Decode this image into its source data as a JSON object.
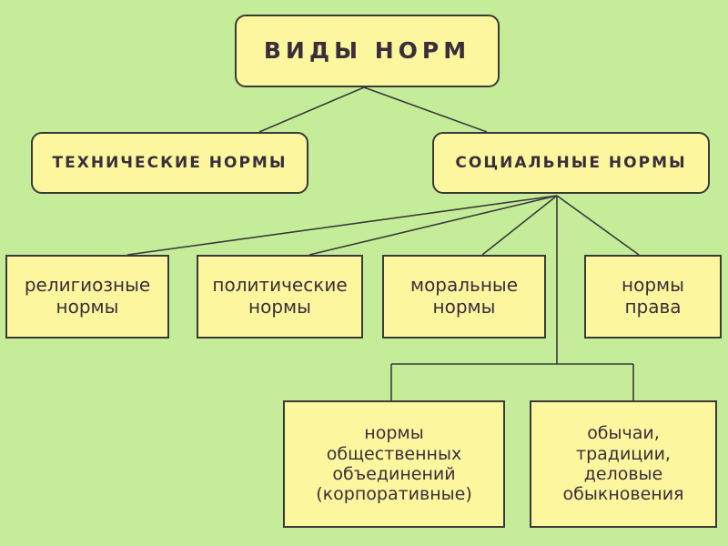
{
  "diagram": {
    "root": "ВИДЫ НОРМ",
    "level1": {
      "technical": "ТЕХНИЧЕСКИЕ НОРМЫ",
      "social": "СОЦИАЛЬНЫЕ НОРМЫ"
    },
    "social_children": {
      "religious": "религиозные\nнормы",
      "political": "политические\nнормы",
      "moral": "моральные\nнормы",
      "law": "нормы\nправа",
      "corporate": "нормы\nобщественных\nобъединений\n(корпоративные)",
      "customs": "обычаи,\nтрадиции,\nделовые\nобыкновения"
    },
    "colors": {
      "background": "#c5ec98",
      "box_fill": "#fcf79e",
      "box_border": "#3a3a3a",
      "text": "#3a2e3a",
      "connector": "#3a3a3a"
    }
  }
}
